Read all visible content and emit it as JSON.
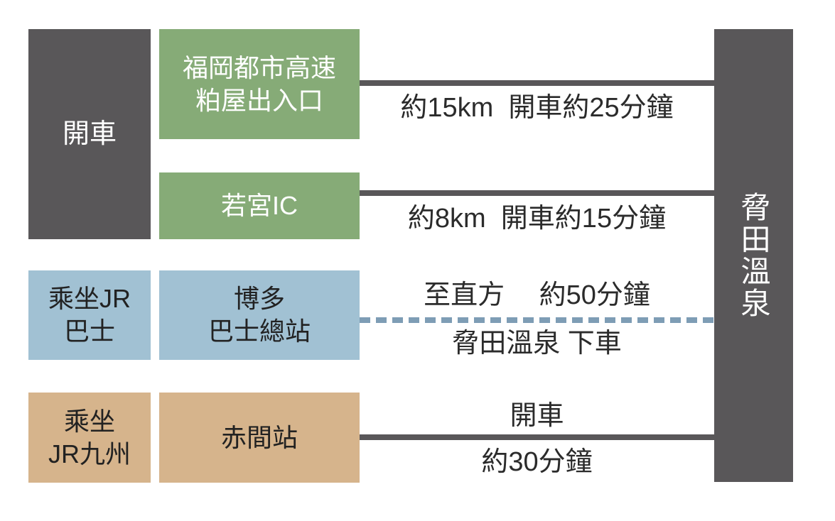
{
  "colors": {
    "dark_gray": "#595759",
    "green": "#86ab77",
    "blue": "#a1c1d3",
    "tan": "#d6b48c",
    "dash_blue": "#7e9db5",
    "text_dark": "#2b2b2b",
    "text_light": "#ffffff"
  },
  "destination": {
    "name": "脅田溫泉"
  },
  "routes": {
    "drive": {
      "mode": "開車",
      "via_expressway": {
        "station": "福岡都市高速\n粕屋出入口",
        "info": "約15km  開車約25分鐘"
      },
      "via_ic": {
        "station": "若宮IC",
        "info": "約8km  開車約15分鐘"
      }
    },
    "jr_bus": {
      "mode": "乘坐JR\n巴士",
      "station": "博多\n巴士總站",
      "info_above": "至直方　 約50分鐘",
      "info_below": "脅田溫泉 下車"
    },
    "jr_kyushu": {
      "mode": "乘坐\nJR九州",
      "station": "赤間站",
      "info_above": "開車",
      "info_below": "約30分鐘"
    }
  }
}
